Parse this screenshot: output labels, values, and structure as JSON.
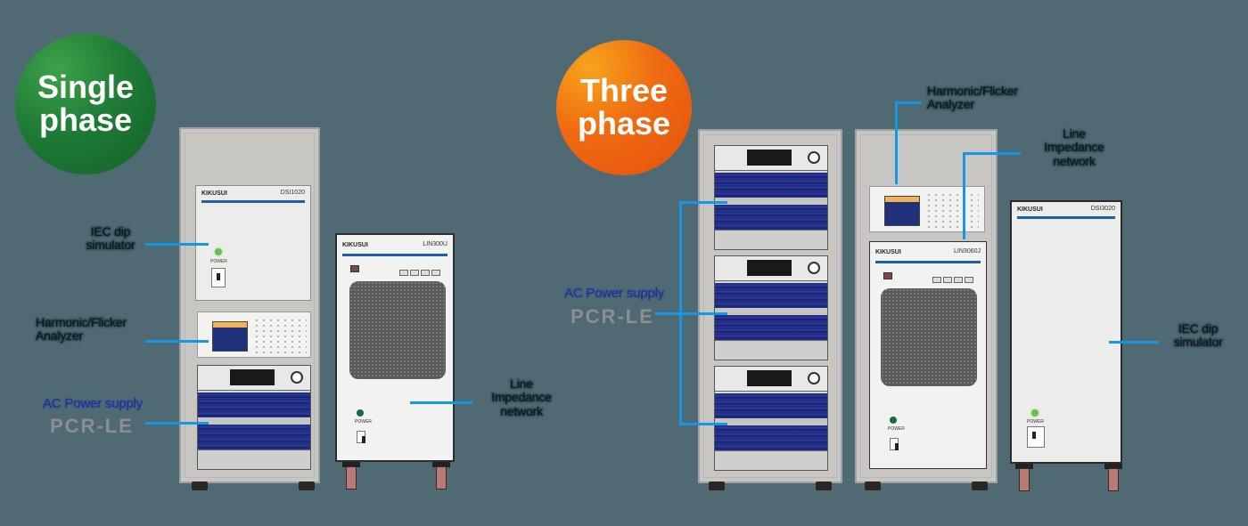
{
  "badges": {
    "single": {
      "line1": "Single",
      "line2": "phase",
      "color": "#1e7b35"
    },
    "three": {
      "line1": "Three",
      "line2": "phase",
      "color": "#ef6a12"
    }
  },
  "single_phase": {
    "labels": {
      "dip_sim": [
        "IEC dip",
        "simulator"
      ],
      "analyzer": [
        "Harmonic/Flicker",
        "Analyzer"
      ],
      "ac_supply": "AC Power supply",
      "ac_model": "PCR-LE",
      "lin": [
        "Line",
        "Impedance",
        "network"
      ]
    },
    "dip_unit": {
      "brand": "KIKUSUI",
      "model": "DSI1020",
      "power": "POWER"
    },
    "lin_unit": {
      "brand": "KIKUSUI",
      "model": "LIN300U",
      "power": "POWER"
    }
  },
  "three_phase": {
    "labels": {
      "analyzer": [
        "Harmonic/Flicker",
        "Analyzer"
      ],
      "lin": [
        "Line",
        "Impedance",
        "network"
      ],
      "ac_supply": "AC Power supply",
      "ac_model": "PCR-LE",
      "dip_sim": [
        "IEC dip",
        "simulator"
      ]
    },
    "lin_unit": {
      "brand": "KIKUSUI",
      "model": "LIN3060J",
      "power": "POWER"
    },
    "dip_unit": {
      "brand": "KIKUSUI",
      "model": "DSI3020",
      "power": "POWER"
    }
  },
  "colors": {
    "background": "#4f6a73",
    "leader_line": "#1497e6",
    "rack": "#c8c6c2"
  }
}
